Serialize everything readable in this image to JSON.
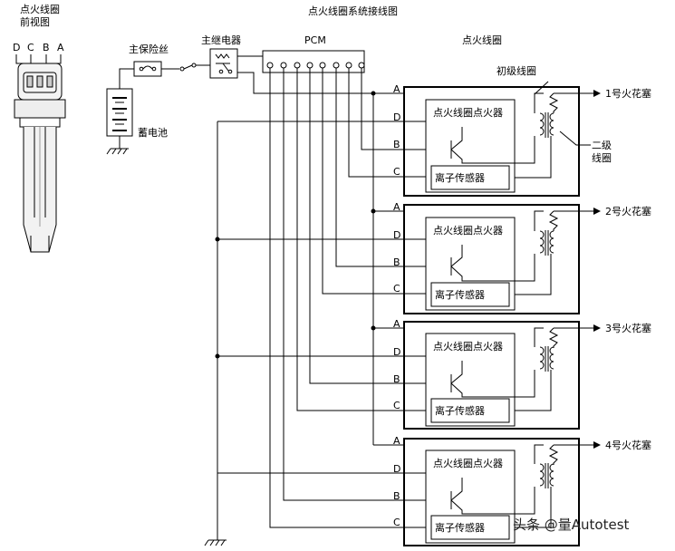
{
  "front_view": {
    "title_line1": "点火线圈",
    "title_line2": "前视图",
    "pins": [
      "D",
      "C",
      "B",
      "A"
    ]
  },
  "diagram_title": "点火线圈系统接线图",
  "components": {
    "main_fuse": "主保险丝",
    "main_relay": "主继电器",
    "pcm": "PCM",
    "battery": "蓄电池",
    "ignition_coil": "点火线圈",
    "primary_coil": "初级线圈",
    "secondary_coil_line1": "二级",
    "secondary_coil_line2": "线圈"
  },
  "coils": [
    {
      "igniter": "点火线圈点火器",
      "sensor": "离子传感器",
      "plug": "1号火花塞",
      "pins": [
        "A",
        "D",
        "B",
        "C"
      ]
    },
    {
      "igniter": "点火线圈点火器",
      "sensor": "离子传感器",
      "plug": "2号火花塞",
      "pins": [
        "A",
        "D",
        "B",
        "C"
      ]
    },
    {
      "igniter": "点火线圈点火器",
      "sensor": "离子传感器",
      "plug": "3号火花塞",
      "pins": [
        "A",
        "D",
        "B",
        "C"
      ]
    },
    {
      "igniter": "点火线圈点火器",
      "sensor": "离子传感器",
      "plug": "4号火花塞",
      "pins": [
        "A",
        "D",
        "B",
        "C"
      ]
    }
  ],
  "watermark": "头条 @量Autotest"
}
